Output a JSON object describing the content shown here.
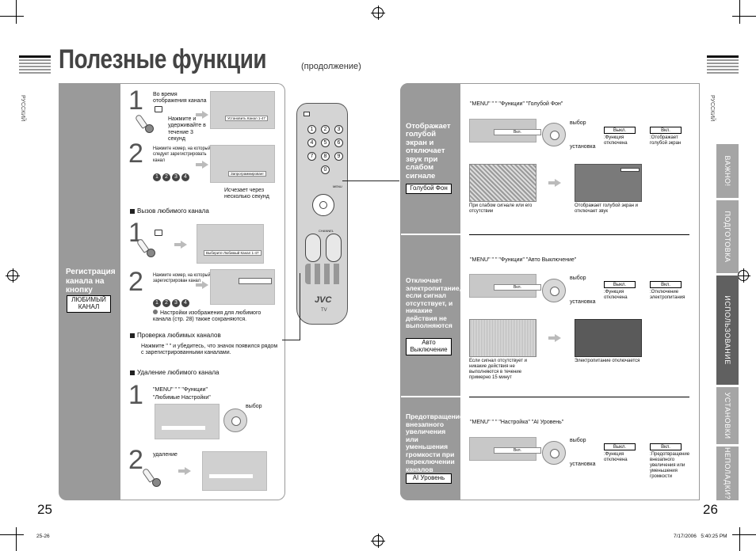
{
  "page": {
    "title": "Полезные функции",
    "subtitle": "(продолжение)",
    "lang_left": "РУССКИЙ",
    "lang_right": "РУССКИЙ",
    "page_left": "25",
    "page_right": "26",
    "footer_left": "25-26",
    "footer_right": "7/17/2006   5:40:25 PM"
  },
  "left": {
    "section_title": "Регистрация канала на кнопку",
    "section_box": "ЛЮБИМЫЙ КАНАЛ",
    "step1_num": "1",
    "step1_text": "Во время отображения канала",
    "step1_hold": "Нажмите и удерживайте в течение 3 секунд",
    "step1_osd": "Установить Канал 1-47",
    "step2_num": "2",
    "step2_text": "Нажмите номер, на который следует зарегистрировать канал",
    "step2_osd": "Запрограммирован!",
    "step2_note": "Исчезает через несколько секунд",
    "numbers": [
      "1",
      "2",
      "3",
      "4"
    ],
    "call_heading": "Вызов любимого канала",
    "call1_num": "1",
    "call1_osd": "Выберите Любимый Канал 1-47",
    "call2_num": "2",
    "call2_text": "Нажмите номер, на который зарегистрирован канал",
    "call_note": "Настройки изображения для любимого канала (стр. 28) также сохраняются.",
    "check_heading": "Проверка любимых каналов",
    "check_text": "Нажмите \"     \" и убедитесь, что значок     появился рядом с зарегистрированными каналами.",
    "delete_heading": "Удаление любимого канала",
    "del1_num": "1",
    "del1_line1": "\"MENU\"  \"      \"  \"Функции\"",
    "del1_line2": "\"Любимые Настройки\"",
    "del1_select": "выбор",
    "del2_num": "2",
    "del2_text": "удаление"
  },
  "right": {
    "sec1_title": "Отображает голубой экран и отключает звук при слабом сигнале",
    "sec1_box": "Голубой Фон",
    "sec1_path": "\"MENU\"  \"      \"  \"Функции\"  \"Голубой Фон\"",
    "sec1_bar": "Вкл.",
    "sec1_select": "выбор",
    "sec1_set": "установка",
    "sec1_off": "Выкл.",
    "sec1_on": "Вкл.",
    "sec1_off_desc": ":Функция отключена",
    "sec1_on_desc": ":Отображает голубой экран",
    "sec1_cap1": "При слабом сигнале или его отсутствии",
    "sec1_cap2": "Отображает голубой экран и отключает звук",
    "sec2_title": "Отключает электропитание, если сигнал отсутствует, и никакие действия не выполняются",
    "sec2_box": "Авто Выключение",
    "sec2_path": "\"MENU\"  \"      \"  \"Функции\"  \"Авто Выключение\"",
    "sec2_bar": "Вкл.",
    "sec2_select": "выбор",
    "sec2_set": "установка",
    "sec2_off": "Выкл.",
    "sec2_on": "Вкл.",
    "sec2_off_desc": ":Функция отключена",
    "sec2_on_desc": ":Отключение электропитания",
    "sec2_cap1": "Если сигнал отсутствует и никакие действия не выполняются в течение примерно 15 минут",
    "sec2_cap2": "Электропитание отключается",
    "sec3_title": "Предотвращение внезапного увеличения или уменьшения громкости при переключении каналов",
    "sec3_box": "AI Уровень",
    "sec3_path": "\"MENU\"  \"      \"  \"Настройка\"  \"AI Уровень\"",
    "sec3_bar": "Вкл.",
    "sec3_select": "выбор",
    "sec3_set": "установка",
    "sec3_off": "Выкл.",
    "sec3_on": "Вкл.",
    "sec3_off_desc": ":Функция отключена",
    "sec3_on_desc": ":Предотвращение внезапного увеличения или уменьшения громкости"
  },
  "tabs": [
    "ВАЖНО!",
    "ПОДГОТОВКА",
    "ИСПОЛЬЗОВАНИЕ",
    "УСТАНОВКИ",
    "НЕПОЛАДКИ?"
  ],
  "remote": {
    "brand": "JVC",
    "tv": "TV",
    "keys": [
      "1",
      "2",
      "3",
      "4",
      "5",
      "6",
      "7",
      "8",
      "9",
      "0"
    ],
    "menu": "MENU",
    "channel": "CHANNEL"
  }
}
